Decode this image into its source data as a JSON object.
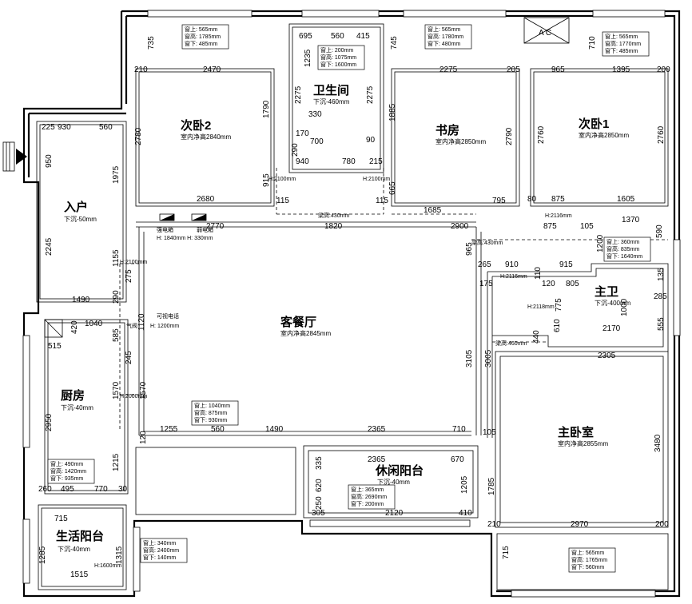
{
  "rooms": {
    "bedroom2": {
      "name": "次卧2",
      "height": "室内净高2840mm"
    },
    "bathroom": {
      "name": "卫生间",
      "sink": "下沉-460mm"
    },
    "study": {
      "name": "书房",
      "height": "室内净高2850mm"
    },
    "bedroom1": {
      "name": "次卧1",
      "height": "室内净高2850mm"
    },
    "entrance": {
      "name": "入户",
      "sink": "下沉-50mm"
    },
    "living": {
      "name": "客餐厅",
      "height": "室内净高2845mm"
    },
    "master_bath": {
      "name": "主卫",
      "sink": "下沉-400mm"
    },
    "kitchen": {
      "name": "厨房",
      "sink": "下沉-40mm"
    },
    "master": {
      "name": "主卧室",
      "height": "室内净高2855mm"
    },
    "leisure_balcony": {
      "name": "休闲阳台",
      "sink": "下沉-40mm"
    },
    "life_balcony": {
      "name": "生活阳台",
      "sink": "下沉-40mm"
    }
  },
  "labels": {
    "ac": "A C",
    "strong_box": "强电箱",
    "weak_box": "弱电箱",
    "box_heights": "H: 1840mm   H: 330mm",
    "intercom": "可视电话",
    "intercom_h": "H: 1200mm",
    "gas_valve": "气阀",
    "beam_430a": "梁高:430mm",
    "beam_430b": "梁高:430mm",
    "beam_460": "梁高:460mm",
    "h2100a": "H:2100mm",
    "h2100b": "H:2100mm",
    "h2100c": "H:2100mm",
    "h2116a": "H:2116mm",
    "h2116b": "H:2116mm",
    "h2118": "H:2118mm",
    "h2000": "H:2000mm",
    "h1600": "H:1600mm"
  },
  "windows": [
    {
      "l1": "窗上: 565mm",
      "l2": "窗高: 1785mm",
      "l3": "窗下: 485mm"
    },
    {
      "l1": "窗上: 200mm",
      "l2": "窗高: 1075mm",
      "l3": "窗下: 1600mm"
    },
    {
      "l1": "窗上: 565mm",
      "l2": "窗高: 1780mm",
      "l3": "窗下: 480mm"
    },
    {
      "l1": "窗上: 565mm",
      "l2": "窗高: 1770mm",
      "l3": "窗下: 485mm"
    },
    {
      "l1": "窗上: 360mm",
      "l2": "窗高: 835mm",
      "l3": "窗下: 1640mm"
    },
    {
      "l1": "窗上: 1040mm",
      "l2": "窗高: 875mm",
      "l3": "窗下: 930mm"
    },
    {
      "l1": "窗上: 490mm",
      "l2": "窗高: 1420mm",
      "l3": "窗下: 935mm"
    },
    {
      "l1": "窗上: 365mm",
      "l2": "窗高: 2690mm",
      "l3": "窗下: 200mm"
    },
    {
      "l1": "窗上: 340mm",
      "l2": "窗高: 2400mm",
      "l3": "窗下: 140mm"
    },
    {
      "l1": "窗上: 565mm",
      "l2": "窗高: 1765mm",
      "l3": "窗下: 560mm"
    }
  ],
  "dims": {
    "d735a": "735",
    "d2470": "2470",
    "d210a": "210",
    "d1790": "1790",
    "d2780": "2780",
    "d2680": "2680",
    "d915": "915",
    "d115a": "115",
    "d695": "695",
    "d560a": "560",
    "d415": "415",
    "d1235": "1235",
    "d2275a": "2275",
    "d2275b": "2275",
    "d330": "330",
    "d170": "170",
    "d700": "700",
    "d90": "90",
    "d940": "940",
    "d780": "780",
    "d215": "215",
    "d115b": "115",
    "d290": "290",
    "d745": "745",
    "d2275c": "2275",
    "d205": "205",
    "d1885": "1885",
    "d2790": "2790",
    "d665": "665",
    "d795": "795",
    "d1685": "1685",
    "d710a": "710",
    "d965a": "965",
    "d1395": "1395",
    "d200a": "200",
    "d2760a": "2760",
    "d2760b": "2760",
    "d80": "80",
    "d875a": "875",
    "d1605": "1605",
    "d225": "225",
    "d930": "930",
    "d560b": "560",
    "d950": "950",
    "d1975": "1975",
    "d2245": "2245",
    "d1155": "1155",
    "d275": "275",
    "d290b": "290",
    "d1490a": "1490",
    "d2770": "2770",
    "d1820": "1820",
    "d2900": "2900",
    "d875b": "875",
    "d105a": "105",
    "d1370": "1370",
    "d590": "590",
    "d965b": "965",
    "d265": "265",
    "d910": "910",
    "d915b": "915",
    "d1200": "1200",
    "d135": "135",
    "d175": "175",
    "d110": "110",
    "d120": "120",
    "d805": "805",
    "d775": "775",
    "d285": "285",
    "d1000": "1000",
    "d555": "555",
    "d610": "610",
    "d2170": "2170",
    "d440": "440",
    "d2305": "2305",
    "d3105": "3105",
    "d3005": "3005",
    "d1120": "1120",
    "d1040": "1040",
    "d420": "420",
    "d585": "585",
    "d515": "515",
    "d245": "245",
    "d1570a": "1570",
    "d1570b": "1570",
    "d2950": "2950",
    "d1215": "1215",
    "d260": "260",
    "d495": "495",
    "d770": "770",
    "d30": "30",
    "d120b": "120",
    "d1255": "1255",
    "d560c": "560",
    "d1490b": "1490",
    "d2365a": "2365",
    "d710b": "710",
    "d105b": "105",
    "d3480": "3480",
    "d2365b": "2365",
    "d670": "670",
    "d335": "335",
    "d620": "620",
    "d250": "250",
    "d305": "305",
    "d2120": "2120",
    "d410": "410",
    "d1205": "1205",
    "d1785": "1785",
    "d210b": "210",
    "d2970": "2970",
    "d200b": "200",
    "d715a": "715",
    "d715b": "715",
    "d1285": "1285",
    "d1315": "1315",
    "d1515": "1515"
  }
}
